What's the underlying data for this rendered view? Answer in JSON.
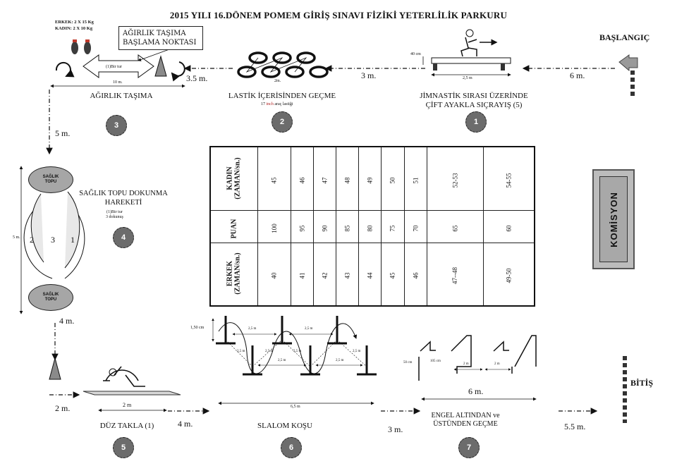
{
  "title": "2015 YILI 16.DÖNEM POMEM GİRİŞ SINAVI FİZİKİ YETERLİLİK PARKURU",
  "start_label": "BAŞLANGIÇ",
  "finish_label": "BİTİŞ",
  "committee_label": "KOMİSYON",
  "weights_note": {
    "male": "ERKEK: 2 X 15 Kg",
    "female": "KADIN: 2 X 10 Kg"
  },
  "weight_start_box": {
    "line1": "AĞIRLIK TAŞIMA",
    "line2": "BAŞLAMA NOKTASI"
  },
  "stations": [
    {
      "number": "1",
      "name_line1": "JİMNASTİK SIRASI ÜZERİNDE",
      "name_line2": "ÇİFT AYAKLA  SIÇRAYIŞ (5)",
      "dim_height": "40 cm",
      "dim_length": "2,5 m"
    },
    {
      "number": "2",
      "name": "LASTİK İÇERİSİNDEN GEÇME",
      "note_prefix": "17",
      "note_highlight": "inch",
      "note_suffix": "araç lastiği",
      "dim": "2m."
    },
    {
      "number": "3",
      "name": "AĞIRLIK TAŞIMA",
      "note": "(1)Bir tur",
      "dim": "10 m."
    },
    {
      "number": "4",
      "name_line1": "SAĞLIK TOPU DOKUNMA",
      "name_line2": "HAREKETİ",
      "note_line1": "(1)Bir tur",
      "note_line2": "3 dokunuş",
      "ball_label_line1": "SAĞLIK",
      "ball_label_line2": "TOPU",
      "ball_bottom_line1": "SAĞLIK",
      "ball_bottom_line2": "TOPU",
      "loop_numbers": [
        "2",
        "3",
        "1"
      ],
      "dim": "5 m."
    },
    {
      "number": "5",
      "name": "DÜZ TAKLA (1)",
      "dim": "2 m"
    },
    {
      "number": "6",
      "name": "SLALOM KOŞU",
      "dim_height": "1,50 cm",
      "dim_a": "2,5 m",
      "dim_b": "2,5 m",
      "dim_c": "2,5 m",
      "dim_d": "2,5 m",
      "dim_e": "2,5 m",
      "dim_f": "2,5 m",
      "dim_g": "2,5 m",
      "dim_h": "2,5 m",
      "dim_total": "6,5 m"
    },
    {
      "number": "7",
      "name_line1": "ENGEL ALTINDAN ve",
      "name_line2": "ÜSTÜNDEN GEÇME",
      "dim_h1": "50 cm",
      "dim_h2": "105 cm",
      "dim_w1": "2 m",
      "dim_w2": "2 m",
      "dim_total": "6 m."
    }
  ],
  "distances": {
    "start_to_1": "6 m.",
    "s1_to_s2": "3 m.",
    "s2_to_s3": "3.5 m.",
    "s3_to_s4": "5 m.",
    "s4_to_s5": "4 m.",
    "s5_left": "2 m.",
    "s5_to_s6": "4 m.",
    "s6_to_s7": "3 m.",
    "s7_to_finish": "5.5 m."
  },
  "score_table": {
    "row_headers": {
      "female": [
        "KADIN",
        "(ZAMAN/sn.)"
      ],
      "points": [
        "PUAN"
      ],
      "male": [
        "ERKEK",
        "(ZAMAN/sn.)"
      ]
    },
    "female_times": [
      "45",
      "46",
      "47",
      "48",
      "49",
      "50",
      "51",
      "52-53",
      "54-55"
    ],
    "points": [
      "100",
      "95",
      "90",
      "85",
      "80",
      "75",
      "70",
      "65",
      "60"
    ],
    "male_times": [
      "40",
      "41",
      "42",
      "43",
      "44",
      "45",
      "46",
      "47--48",
      "49-50"
    ]
  }
}
